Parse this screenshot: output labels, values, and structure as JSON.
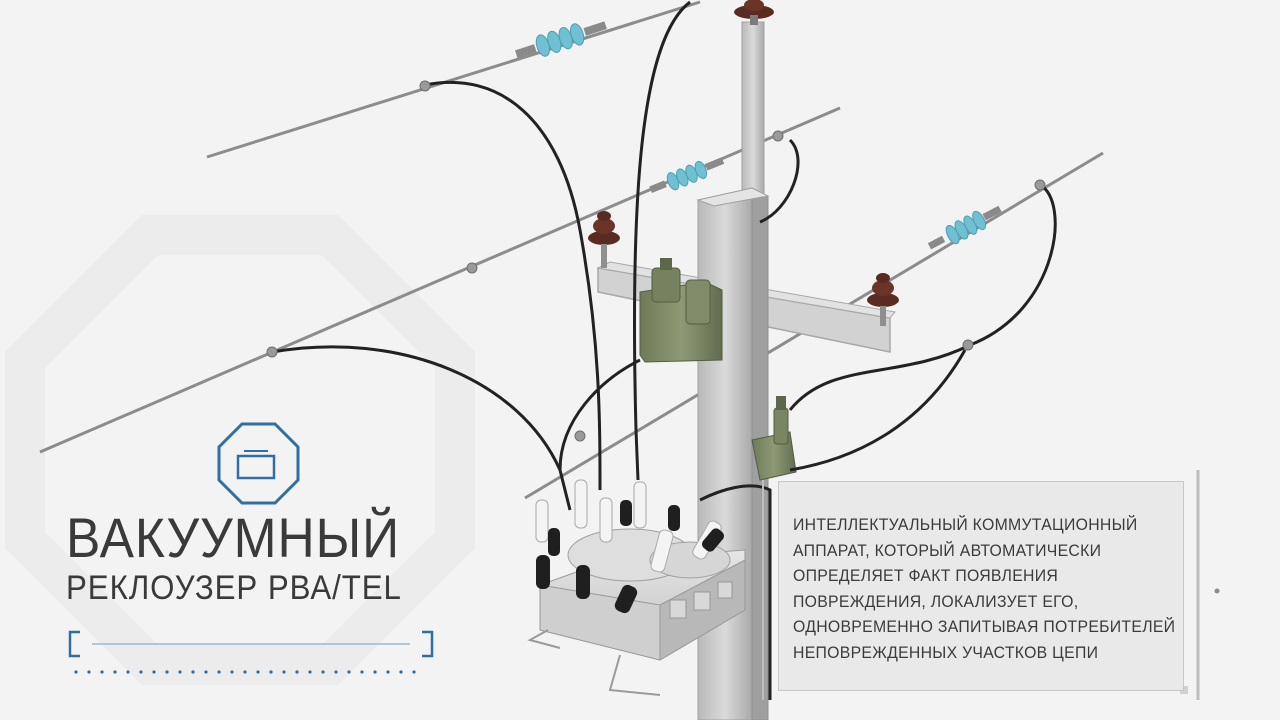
{
  "title": {
    "line1": "ВАКУУМНЫЙ",
    "line2": "РЕКЛОУЗЕР РВА/TEL"
  },
  "description": {
    "lines": [
      "ИНТЕЛЛЕКТУАЛЬНЫЙ КОММУТАЦИОННЫЙ",
      "АППАРАТ, КОТОРЫЙ АВТОМАТИЧЕСКИ",
      "ОПРЕДЕЛЯЕТ ФАКТ ПОЯВЛЕНИЯ",
      "ПОВРЕЖДЕНИЯ, ЛОКАЛИЗУЕТ ЕГО,",
      "ОДНОВРЕМЕННО ЗАПИТЫВАЯ ПОТРЕБИТЕЛЕЙ",
      "НЕПОВРЕЖДЕННЫХ УЧАСТКОВ ЦЕПИ"
    ]
  },
  "colors": {
    "accent": "#2f6fa6",
    "text": "#3a3a3a",
    "insulator_blue": "#6fc0d2",
    "insulator_brown": "#5a2b22",
    "transformer_green": "#7f8a68",
    "pole_gray": "#cfcfcf"
  },
  "icons": {
    "logo": "octagon-frame-icon"
  }
}
